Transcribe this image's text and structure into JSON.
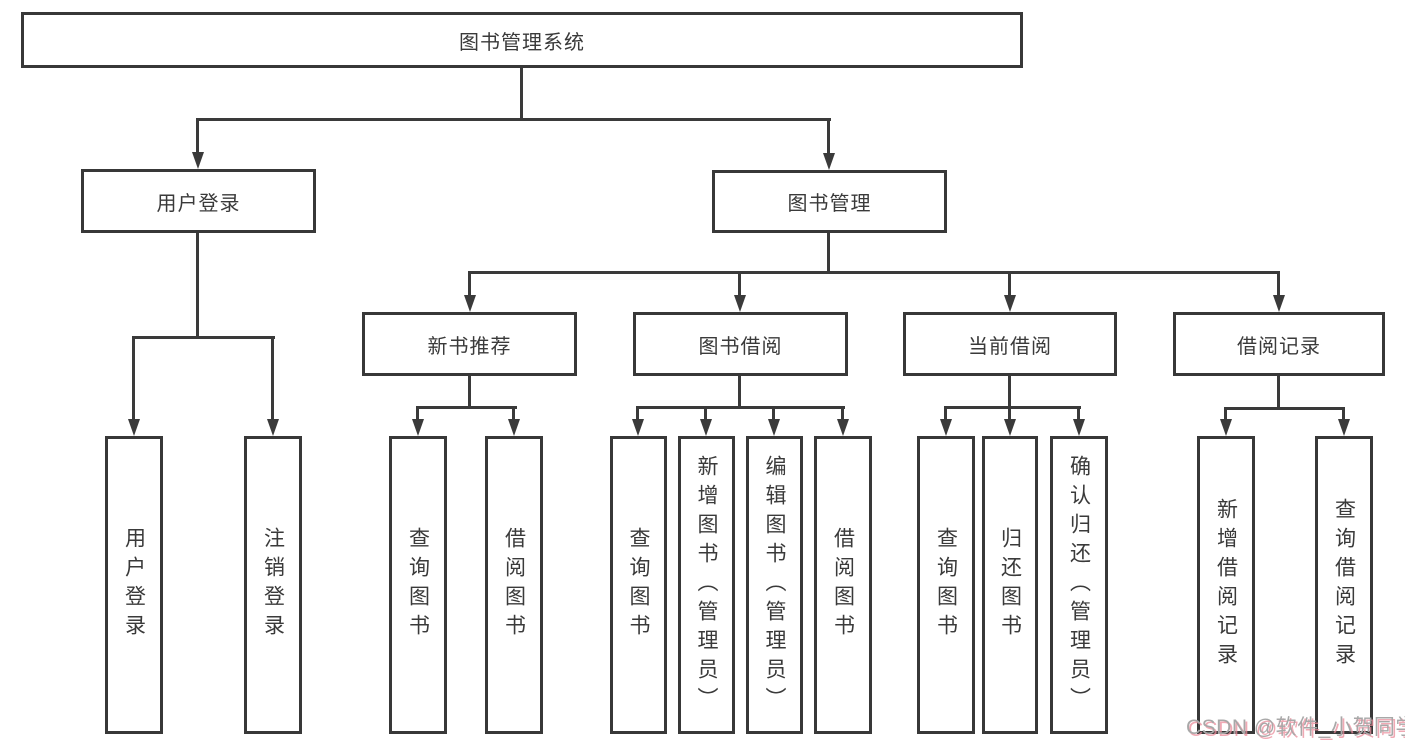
{
  "nodes": {
    "root": {
      "label": "图书管理系统"
    },
    "user_login": {
      "label": "用户登录"
    },
    "book_mgmt": {
      "label": "图书管理"
    },
    "new_book": {
      "label": "新书推荐"
    },
    "book_borrow": {
      "label": "图书借阅"
    },
    "current_borrow": {
      "label": "当前借阅"
    },
    "borrow_record": {
      "label": "借阅记录"
    }
  },
  "leaves": {
    "ul_login": {
      "label": "用户登录"
    },
    "ul_logout": {
      "label": "注销登录"
    },
    "nb_query": {
      "label": "查询图书"
    },
    "nb_borrow": {
      "label": "借阅图书"
    },
    "bb_query": {
      "label": "查询图书"
    },
    "bb_add": {
      "label": "新增图书（管理员）"
    },
    "bb_edit": {
      "label": "编辑图书（管理员）"
    },
    "bb_borrow": {
      "label": "借阅图书"
    },
    "cb_query": {
      "label": "查询图书"
    },
    "cb_return": {
      "label": "归还图书"
    },
    "cb_confirm": {
      "label": "确认归还（管理员）"
    },
    "br_add": {
      "label": "新增借阅记录"
    },
    "br_query": {
      "label": "查询借阅记录"
    }
  },
  "watermark": {
    "text": "CSDN @软件_小贺同学"
  },
  "colors": {
    "line": "#3a3a3a",
    "box_border": "#383838",
    "background": "#ffffff",
    "watermark_pink": "#eb8c9b"
  }
}
